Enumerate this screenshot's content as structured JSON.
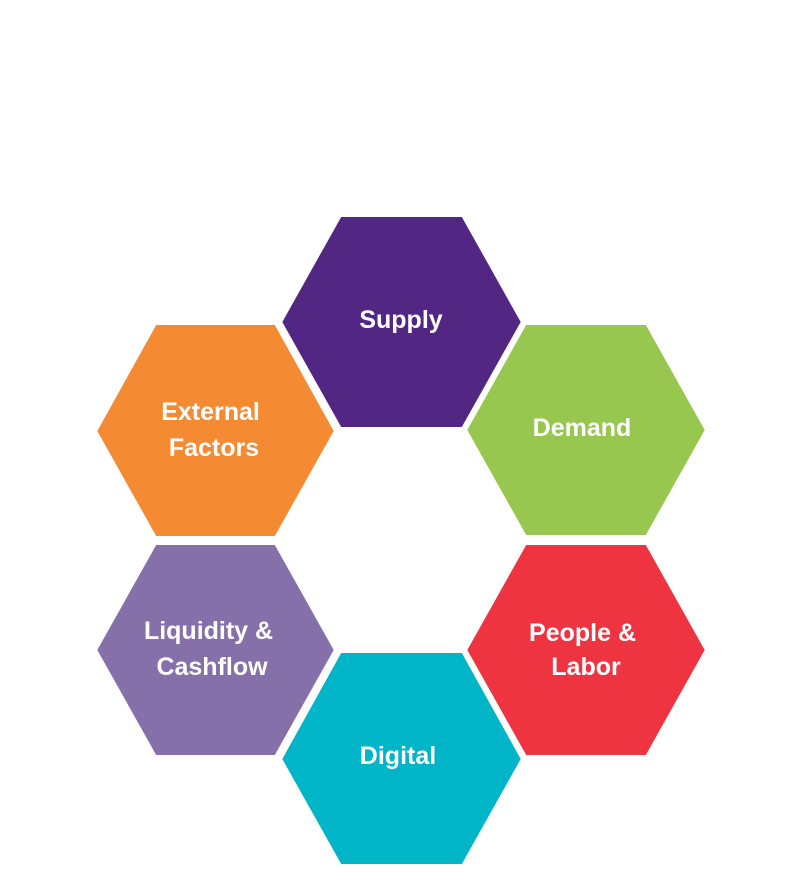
{
  "nodes": [
    {
      "id": "supply",
      "lines": [
        "Supply"
      ],
      "color": "#522783"
    },
    {
      "id": "demand",
      "lines": [
        "Demand"
      ],
      "color": "#98C74F"
    },
    {
      "id": "people",
      "lines": [
        "People &",
        "Labor"
      ],
      "color": "#EE3440"
    },
    {
      "id": "digital",
      "lines": [
        "Digital"
      ],
      "color": "#00B5C8"
    },
    {
      "id": "liquidity",
      "lines": [
        "Liquidity &",
        "Cashflow"
      ],
      "color": "#8570A9"
    },
    {
      "id": "external",
      "lines": [
        "External",
        "Factors"
      ],
      "color": "#F48B33"
    }
  ]
}
